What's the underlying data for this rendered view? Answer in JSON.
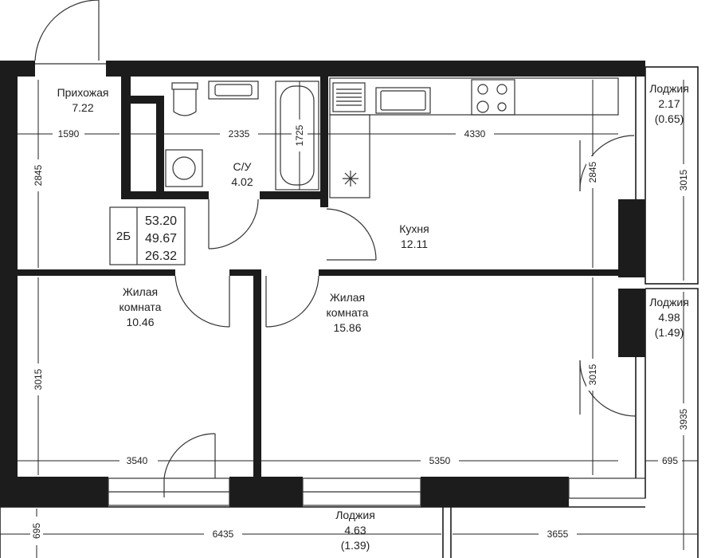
{
  "apartment": {
    "type": "2Б",
    "areas": [
      "53.20",
      "49.67",
      "26.32"
    ]
  },
  "rooms": {
    "hall": {
      "name": "Прихожая",
      "area": "7.22"
    },
    "bath": {
      "name": "С/У",
      "area": "4.02"
    },
    "kitchen": {
      "name": "Кухня",
      "area": "12.11"
    },
    "living1": {
      "name_line1": "Жилая",
      "name_line2": "комната",
      "area": "10.46"
    },
    "living2": {
      "name_line1": "Жилая",
      "name_line2": "комната",
      "area": "15.86"
    },
    "loggia_top": {
      "name": "Лоджия",
      "area": "2.17",
      "area_reduced": "(0.65)"
    },
    "loggia_right": {
      "name": "Лоджия",
      "area": "4.98",
      "area_reduced": "(1.49)"
    },
    "loggia_bottom": {
      "name": "Лоджия",
      "area": "4.63",
      "area_reduced": "(1.39)"
    }
  },
  "dimensions": {
    "hall_width": "1590",
    "hall_height": "2845",
    "bath_width": "2335",
    "bath_tub_length": "1725",
    "kitchen_width": "4330",
    "kitchen_height": "2845",
    "loggia_top_height": "3015",
    "living1_width": "3540",
    "living1_height": "3015",
    "living2_width": "5350",
    "living2_height": "3015",
    "loggia_right_height": "3935",
    "loggia_right_width": "695",
    "loggia_bottom_height": "695",
    "loggia_bottom_width_left": "6435",
    "loggia_bottom_width_right": "3655"
  }
}
